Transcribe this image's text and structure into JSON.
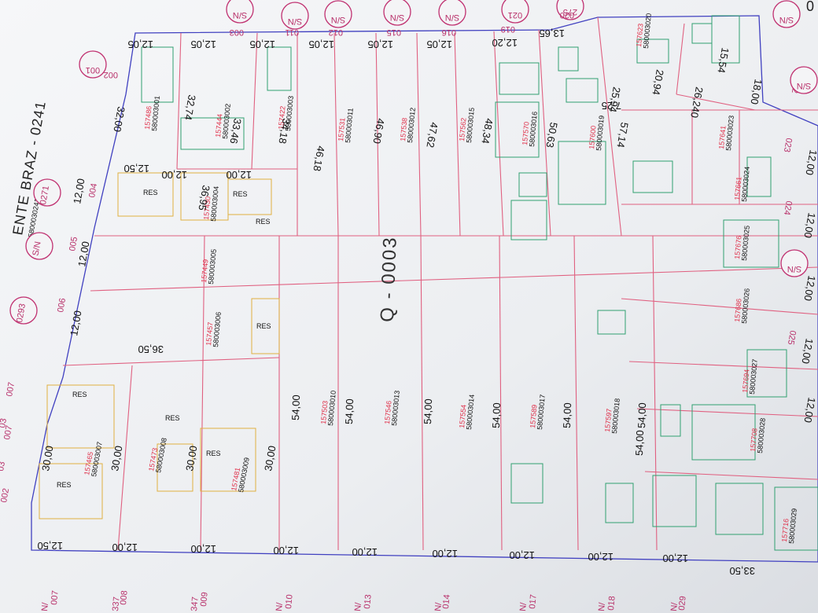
{
  "plan": {
    "title": "ENTE BRAZ - 0241",
    "title_code": "5800030241",
    "block_label": "Q - 0003",
    "corner_label": "0"
  },
  "lots_top": [
    {
      "id": "157486",
      "code": "580003001"
    },
    {
      "id": "157444",
      "code": "580003002"
    },
    {
      "id": "157422",
      "code": "580003003"
    },
    {
      "id": "157531",
      "code": "580003011"
    },
    {
      "id": "157538",
      "code": "580003012"
    },
    {
      "id": "157562",
      "code": "580003015"
    },
    {
      "id": "157570",
      "code": "580003016"
    },
    {
      "id": "157600",
      "code": "580003019"
    },
    {
      "id": "157623",
      "code": "580003020"
    }
  ],
  "lots_mid": [
    {
      "id": "157430",
      "code": "580003004"
    },
    {
      "id": "157449",
      "code": "580003005"
    },
    {
      "id": "157457",
      "code": "580003006"
    },
    {
      "id": "157503",
      "code": "580003010"
    },
    {
      "id": "157546",
      "code": "580003013"
    },
    {
      "id": "157554",
      "code": "580003014"
    },
    {
      "id": "157589",
      "code": "580003017"
    },
    {
      "id": "157597",
      "code": "580003018"
    },
    {
      "id": "157641",
      "code": "580003023"
    },
    {
      "id": "157661",
      "code": "580003024"
    },
    {
      "id": "157676",
      "code": "580003025"
    },
    {
      "id": "157686",
      "code": "580003026"
    },
    {
      "id": "157694",
      "code": "580003027"
    },
    {
      "id": "157708",
      "code": "580003028"
    },
    {
      "id": "157716",
      "code": "580003029"
    }
  ],
  "lots_left": [
    {
      "id": "157465",
      "code": "580003007"
    },
    {
      "id": "157473",
      "code": "580003008"
    },
    {
      "id": "157481",
      "code": "580003009"
    }
  ],
  "dims_top": [
    "12,05",
    "12,05",
    "12,05",
    "12,05",
    "12,05",
    "12,05",
    "12,20",
    "13,65"
  ],
  "dims_depth": [
    "32,00",
    "32,74",
    "33,46",
    "34,18",
    "46,18",
    "46,90",
    "47,62",
    "48,34",
    "50,63",
    "57,14"
  ],
  "dims_misc": [
    "12,50",
    "12,00",
    "36,95",
    "12,00",
    "25,94",
    "20,94",
    "7,25",
    "26,240",
    "18,00",
    "15,54"
  ],
  "dims_left_street": [
    "12,00",
    "12,00",
    "12,00"
  ],
  "dims_inner": [
    "36,50",
    "30,00",
    "30,00",
    "30,00",
    "30,00"
  ],
  "dims_54": [
    "54,00",
    "54,00",
    "54,00",
    "54,00",
    "54,00",
    "54,00",
    "54,00"
  ],
  "dims_bottom": [
    "12,50",
    "12,00",
    "12,00",
    "12,00",
    "12,00",
    "12,00",
    "12,00",
    "12,00",
    "12,00",
    "33,50"
  ],
  "dims_right": [
    "12,00",
    "12,00",
    "12,00",
    "12,00",
    "12,00"
  ],
  "markers_top": [
    "001",
    "S/N",
    "S/N",
    "S/N",
    "S/N",
    "S/N",
    "021",
    "275"
  ],
  "markers_top2": [
    "002",
    "003",
    "011",
    "012",
    "015",
    "016",
    "019",
    "020"
  ],
  "markers_left": [
    "004",
    "0271",
    "005",
    "S/N",
    "006",
    "0293"
  ],
  "markers_left2": [
    "007",
    "03",
    "007",
    "03",
    "002"
  ],
  "markers_bottom": [
    "007",
    "008",
    "009",
    "010",
    "013",
    "014",
    "017",
    "018",
    "029"
  ],
  "markers_bottom2": [
    "N/",
    "337",
    "347",
    "N/",
    "N/",
    "N/",
    "N/",
    "N/",
    "N/"
  ],
  "markers_right": [
    "S/N",
    "022",
    "S/N",
    "023",
    "024",
    "S/N",
    "025"
  ],
  "small_marks": [
    "RES",
    "RES",
    "RES",
    "RES",
    "RES",
    "RES",
    "RES",
    "RES"
  ]
}
